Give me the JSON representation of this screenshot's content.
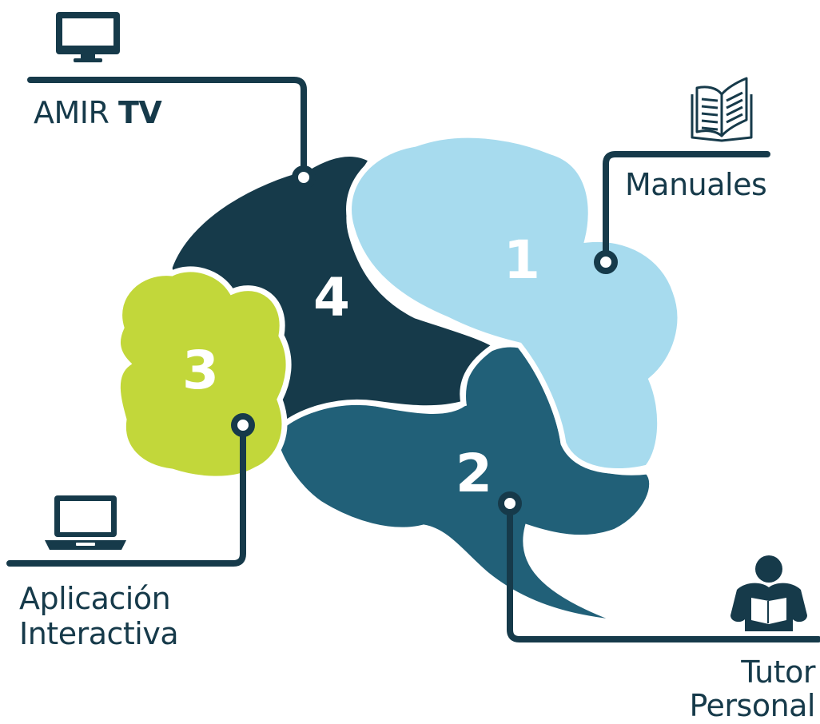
{
  "colors": {
    "dark": "#163a4a",
    "teal": "#216078",
    "light_blue": "#a7dbee",
    "green": "#c2d73a"
  },
  "lobes": [
    {
      "number": "1",
      "icon": "book-icon",
      "label": "Manuales"
    },
    {
      "number": "2",
      "icon": "reader-person-icon",
      "label_lines": [
        "Tutor",
        "Personal"
      ]
    },
    {
      "number": "3",
      "icon": "laptop-icon",
      "label_lines": [
        "Aplicación",
        "Interactiva"
      ]
    },
    {
      "number": "4",
      "icon": "monitor-icon",
      "label_main": "AMIR",
      "label_bold": "TV"
    }
  ]
}
